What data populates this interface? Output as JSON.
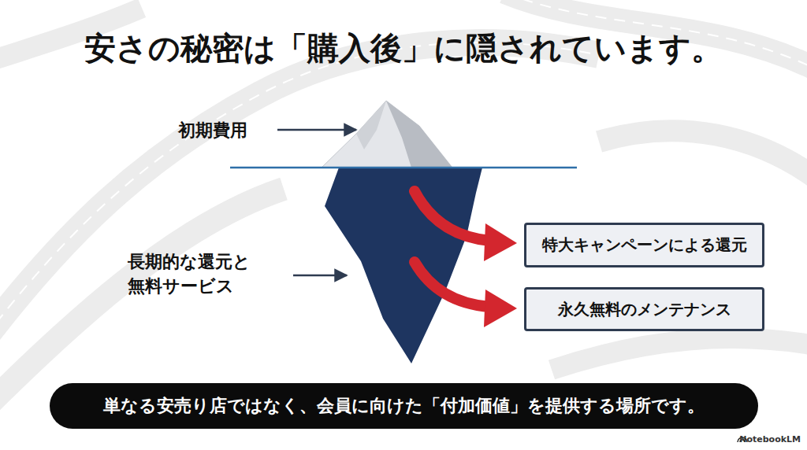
{
  "diagram": {
    "title": "安さの秘密は「購入後」に隠されています。",
    "caption": "単なる安売り店ではなく、会員に向けた「付加価値」を提供する場所です。",
    "nodes": [
      {
        "text": [
          "特大キャンペーンによる還元"
        ]
      },
      {
        "text": [
          "永久無料のメンテナンス"
        ]
      }
    ],
    "labels": [
      "初期費用",
      "長期的な還元と 無料サービス",
      "NotebookLM"
    ]
  }
}
